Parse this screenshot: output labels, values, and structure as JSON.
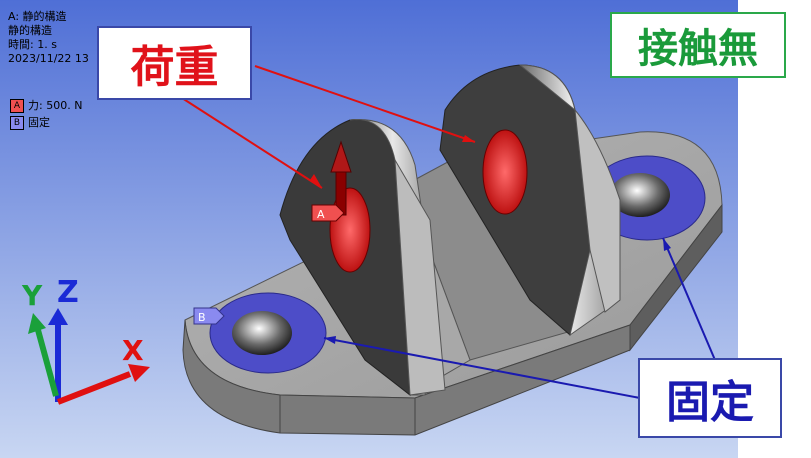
{
  "info": {
    "analysis": "A: 静的構造",
    "type": "静的構造",
    "time": "時間: 1. s",
    "date": "2023/11/22 13"
  },
  "legend": [
    {
      "tag": "A",
      "text": "力: 500. N",
      "color": "#f05050"
    },
    {
      "tag": "B",
      "text": "固定",
      "color": "#8a8af0"
    }
  ],
  "callouts": {
    "load": "荷重",
    "fixed": "固定",
    "no_contact": "接触無"
  },
  "model_tags": {
    "a": "A",
    "b": "B"
  },
  "axes": {
    "x": "X",
    "y": "Y",
    "z": "Z"
  },
  "colors": {
    "background_top": "#4f6fd6",
    "background_bottom": "#c8d6f2",
    "body": "#9a9a9a",
    "fixed_face": "#4d4dc8",
    "load_face": "#d21a1a",
    "callout_border": "#3a48a8"
  }
}
